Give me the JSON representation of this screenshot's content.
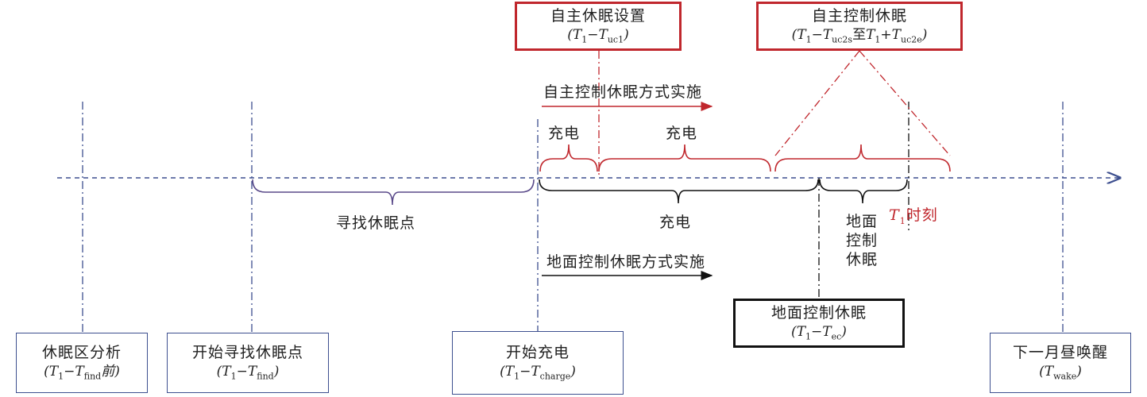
{
  "boxes": {
    "sleep_area_analysis": {
      "title": "休眠区分析",
      "formula": "(T1−Tfind前)"
    },
    "start_find": {
      "title": "开始寻找休眠点",
      "formula": "(T1−Tfind)"
    },
    "start_charge": {
      "title": "开始充电",
      "formula": "(T1−Tcharge)"
    },
    "ground_control_sleep": {
      "title": "地面控制休眠",
      "formula": "(T1−Tec)"
    },
    "next_month_wake": {
      "title": "下一月昼唤醒",
      "formula": "(Twake)"
    },
    "auto_sleep_setup": {
      "title": "自主休眠设置",
      "formula": "(T1−Tuc1)"
    },
    "auto_control_sleep": {
      "title": "自主控制休眠",
      "formula": "(T1−Tuc2s至T1+Tuc2e)"
    }
  },
  "labels": {
    "auto_mode": "自主控制休眠方式实施",
    "ground_mode": "地面控制休眠方式实施",
    "charge_top_1": "充电",
    "charge_top_2": "充电",
    "charge_bottom": "充电",
    "find_sleep_point": "寻找休眠点",
    "ground_control_sleep_vertical": "地面控制休眠",
    "t1_moment": "T1时刻"
  },
  "colors": {
    "red": "#c0272d",
    "blue": "#3d4f8f",
    "purple": "#5a4a8a",
    "black": "#111111"
  }
}
